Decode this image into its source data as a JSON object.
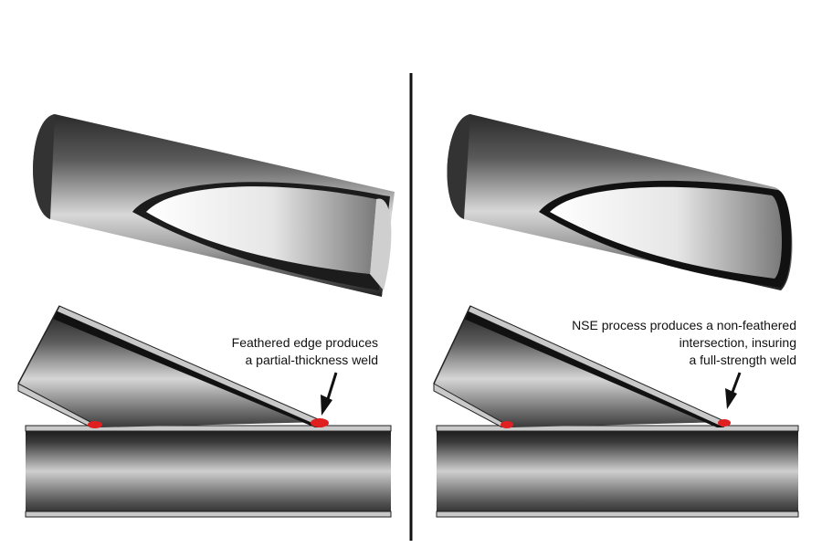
{
  "left_panel": {
    "caption_lines": [
      "Feathered edge produces",
      "a partial-thickness weld"
    ]
  },
  "right_panel": {
    "caption_lines": [
      "NSE process produces a non-feathered",
      "intersection, insuring",
      "a full-strength weld"
    ]
  },
  "colors": {
    "background": "#ffffff",
    "divider": "#111111",
    "pipe_dark": "#2a2a2a",
    "pipe_mid": "#8a8a8a",
    "pipe_light": "#f0f0f0",
    "pipe_wall": "#c9c9c9",
    "weld": "#e02020",
    "text": "#111111"
  },
  "icons": [
    "arrow-down-left-icon",
    "arrow-down-left-icon"
  ]
}
